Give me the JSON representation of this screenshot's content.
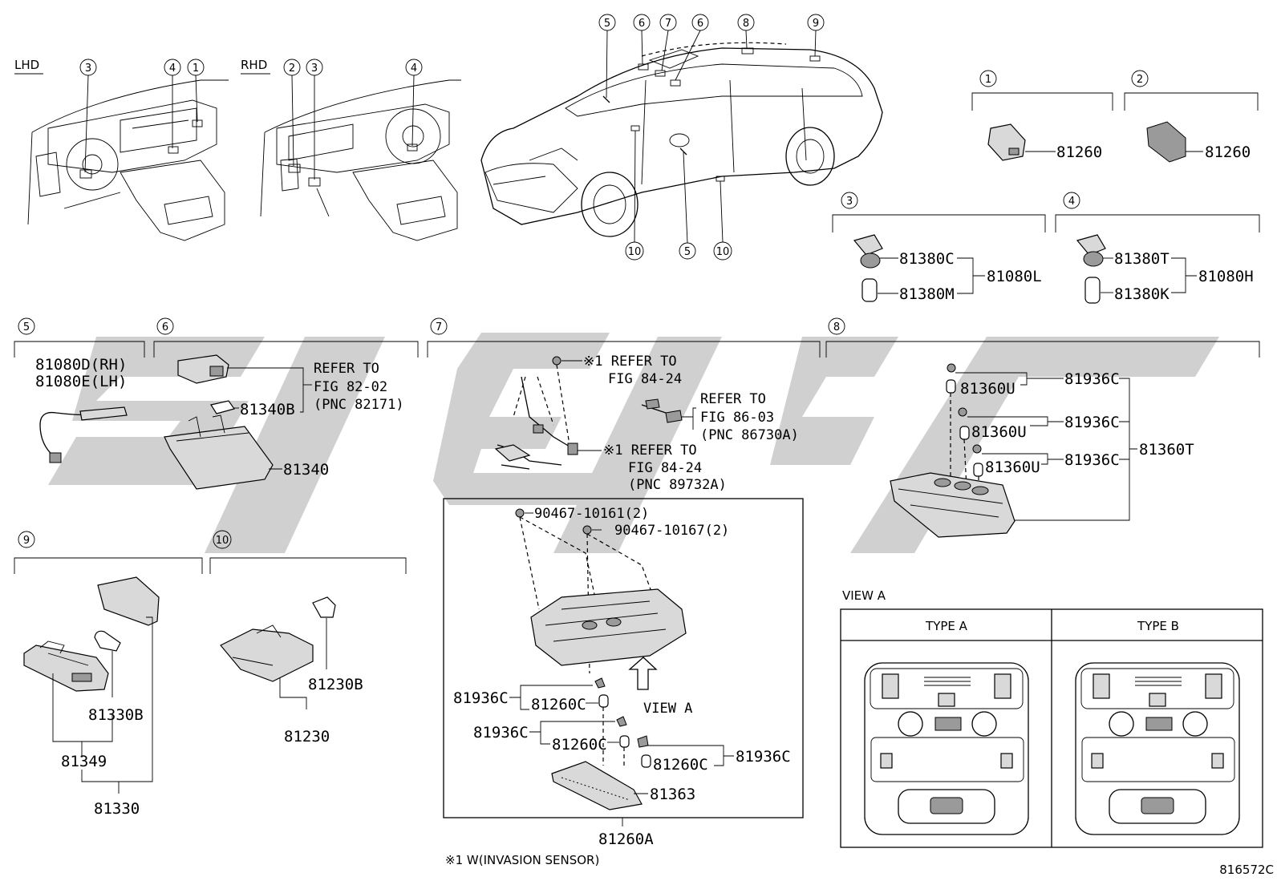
{
  "labels": {
    "lhd": "LHD",
    "rhd": "RHD",
    "view_a": "VIEW A",
    "view_a_arrow": "VIEW A",
    "type_a": "TYPE  A",
    "type_b": "TYPE  B",
    "footnote": "※1 W(INVASION SENSOR)",
    "figure_number": "816572C"
  },
  "callouts": [
    "1",
    "2",
    "3",
    "4",
    "5",
    "6",
    "7",
    "8",
    "9",
    "10"
  ],
  "sections": {
    "s1": {
      "part": "81260"
    },
    "s2": {
      "part": "81260"
    },
    "s3": {
      "top": "81380C",
      "bottom": "81380M",
      "assy": "81080L"
    },
    "s4": {
      "top": "81380T",
      "bottom": "81380K",
      "assy": "81080H"
    },
    "s5": {
      "rh": "81080D(RH)",
      "lh": "81080E(LH)"
    },
    "s6": {
      "ref1": "REFER TO",
      "ref2": "FIG 82-02",
      "ref3": "(PNC 82171)",
      "bulb": "81340B",
      "lamp": "81340"
    },
    "s7": {
      "ref_a1": "※1 REFER TO",
      "ref_a2": "FIG 84-24",
      "ref_b1": "REFER TO",
      "ref_b2": "FIG 86-03",
      "ref_b3": "(PNC 86730A)",
      "ref_c1": "※1 REFER TO",
      "ref_c2": "FIG 84-24",
      "ref_c3": "(PNC 89732A)"
    },
    "s8": {
      "bulb1": "81360U",
      "bulb2": "81360U",
      "bulb3": "81360U",
      "sock1": "81936C",
      "sock2": "81936C",
      "sock3": "81936C",
      "assy": "81360T"
    },
    "s9": {
      "bulb": "81330B",
      "sub": "81349",
      "assy": "81330"
    },
    "s10": {
      "bulb": "81230B",
      "assy": "81230"
    },
    "box": {
      "screw1": "90467-10161(2)",
      "screw2": "90467-10167(2)",
      "sock1": "81936C",
      "bulb1": "81260C",
      "sock2": "81936C",
      "bulb2": "81260C",
      "sock3": "81936C",
      "bulb3": "81260C",
      "lens": "81363",
      "assy": "81260A"
    }
  }
}
